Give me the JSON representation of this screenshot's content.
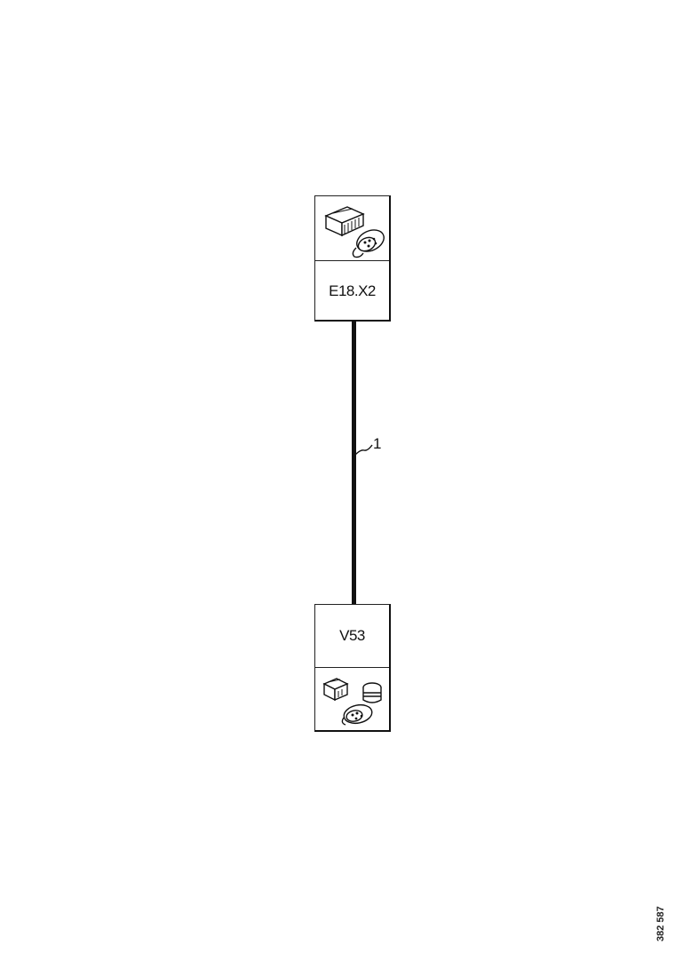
{
  "connectors": {
    "top": {
      "label": "E18.X2",
      "icon": "connector-plug-icon"
    },
    "bottom": {
      "label": "V53",
      "icon": "connector-plug-icon"
    }
  },
  "wire": {
    "label": "1"
  },
  "document": {
    "code": "382 587"
  }
}
